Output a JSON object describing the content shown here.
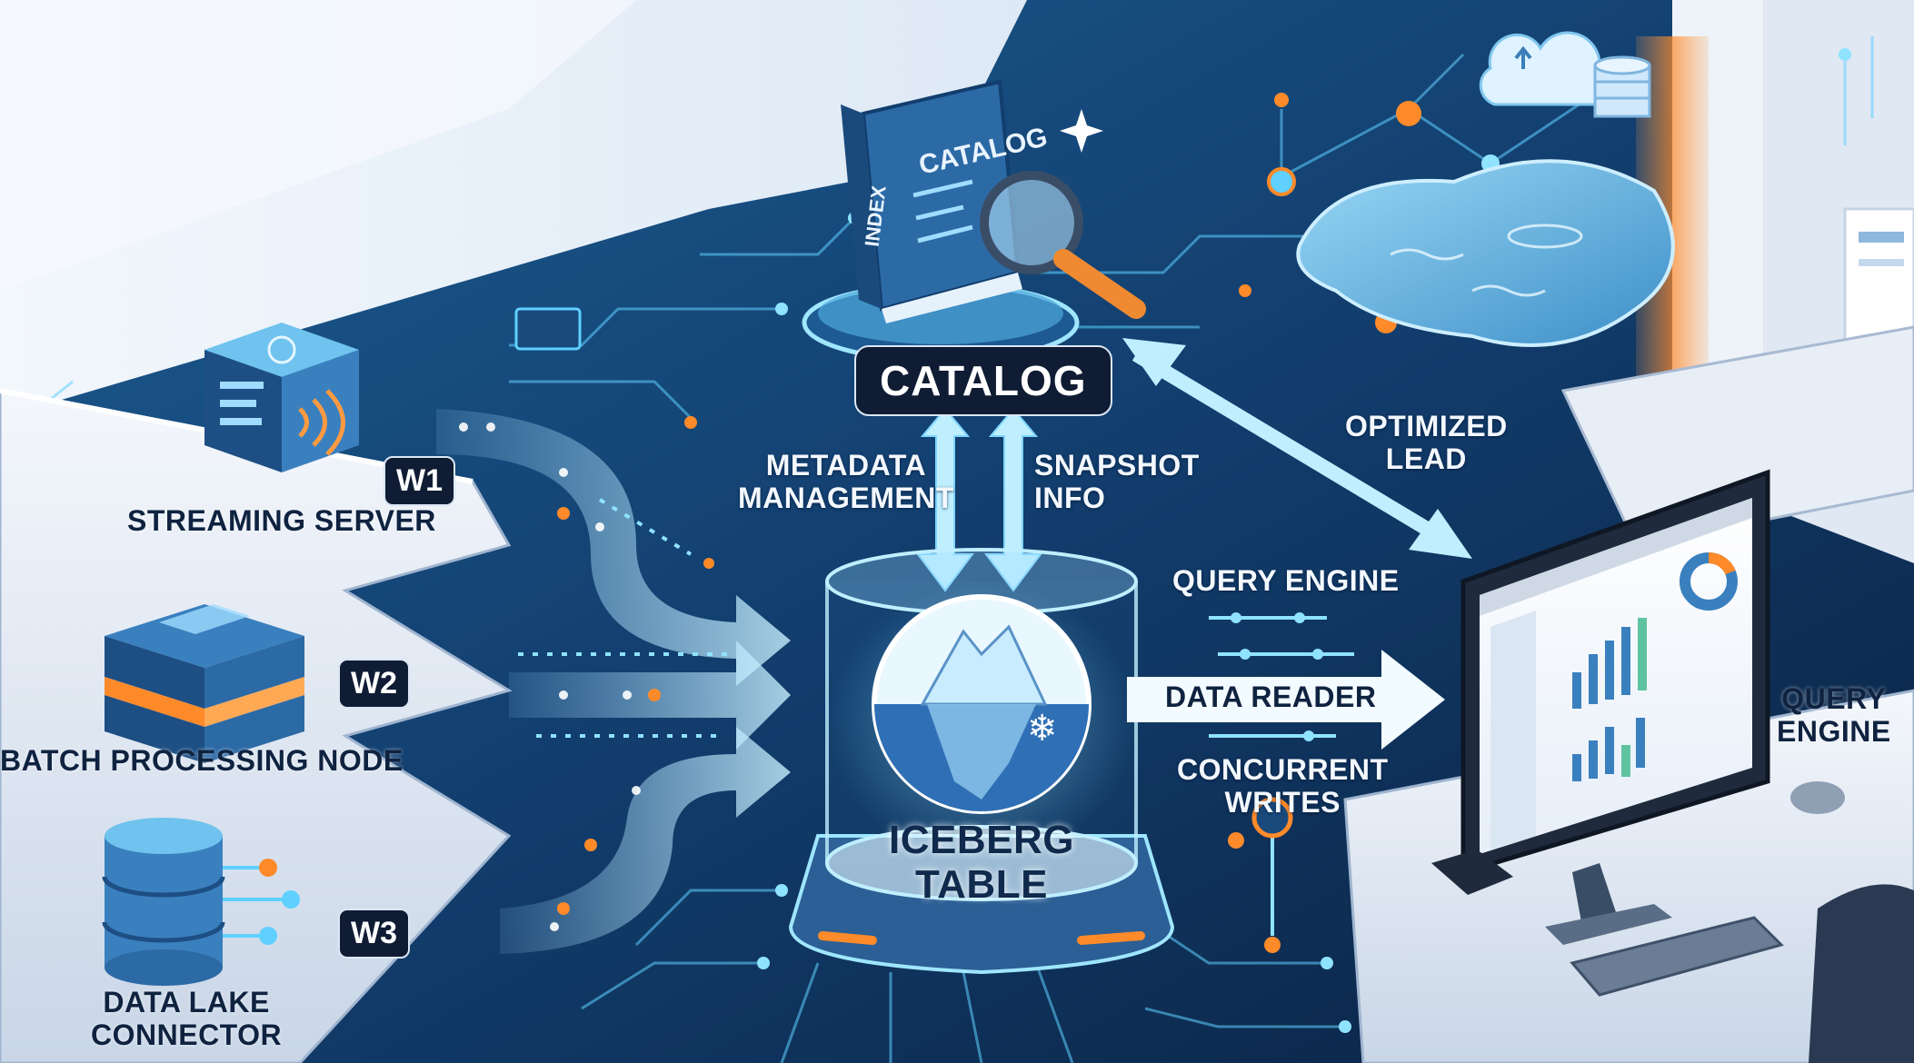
{
  "catalog": {
    "label": "CATALOG",
    "book_title": "CATALOG",
    "book_spine": "INDEX"
  },
  "writers": [
    {
      "tag": "W1",
      "label": "STREAMING SERVER"
    },
    {
      "tag": "W2",
      "label": "BATCH PROCESSING NODE"
    },
    {
      "tag": "W3",
      "label_line1": "DATA LAKE",
      "label_line2": "CONNECTOR"
    }
  ],
  "iceberg": {
    "line1": "ICEBERG",
    "line2": "TABLE"
  },
  "flows": {
    "metadata_line1": "METADATA",
    "metadata_line2": "MANAGEMENT",
    "snapshot_line1": "SNAPSHOT",
    "snapshot_line2": "INFO",
    "optimized_line1": "OPTIMIZED",
    "optimized_line2": "LEAD",
    "query_engine_top": "QUERY ENGINE",
    "data_reader": "DATA READER",
    "concurrent_line1": "CONCURRENT",
    "concurrent_line2": "WRITES"
  },
  "query_engine": {
    "line1": "QUERY",
    "line2": "ENGINE"
  },
  "colors": {
    "deep_blue": "#0d2a4d",
    "circuit_cyan": "#5fd0ff",
    "accent_orange": "#ff8a2a",
    "desk_white": "#eef3fa"
  }
}
